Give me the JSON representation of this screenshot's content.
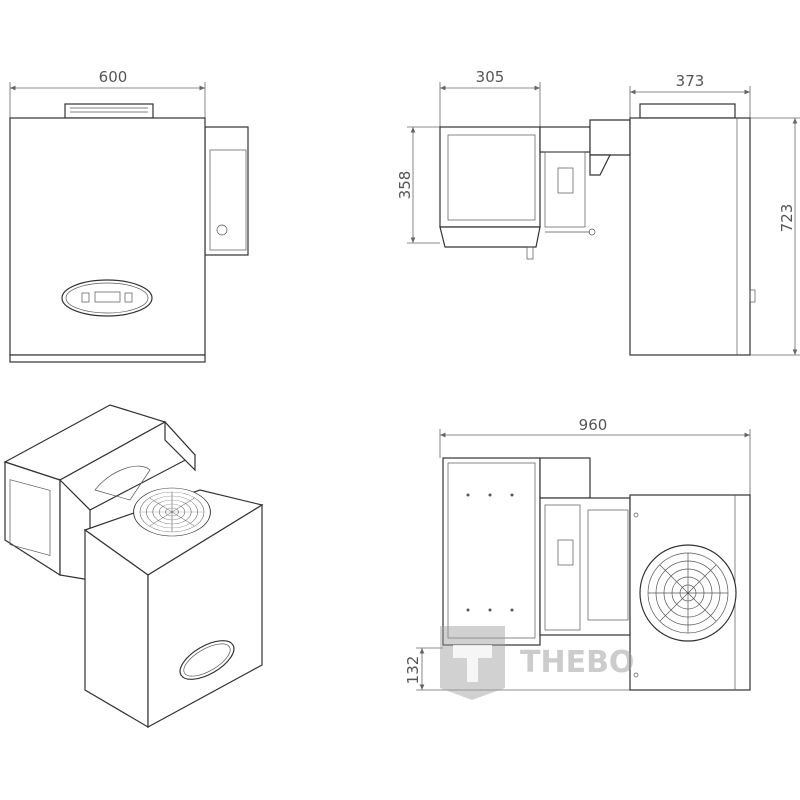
{
  "dimensions": {
    "front_width": "600",
    "side_box_width": "305",
    "side_unit_width": "373",
    "side_box_height": "358",
    "side_unit_height": "723",
    "top_total_width": "960",
    "top_offset": "132"
  },
  "watermark": {
    "brand": "THEBO",
    "logo_letter": "T"
  }
}
